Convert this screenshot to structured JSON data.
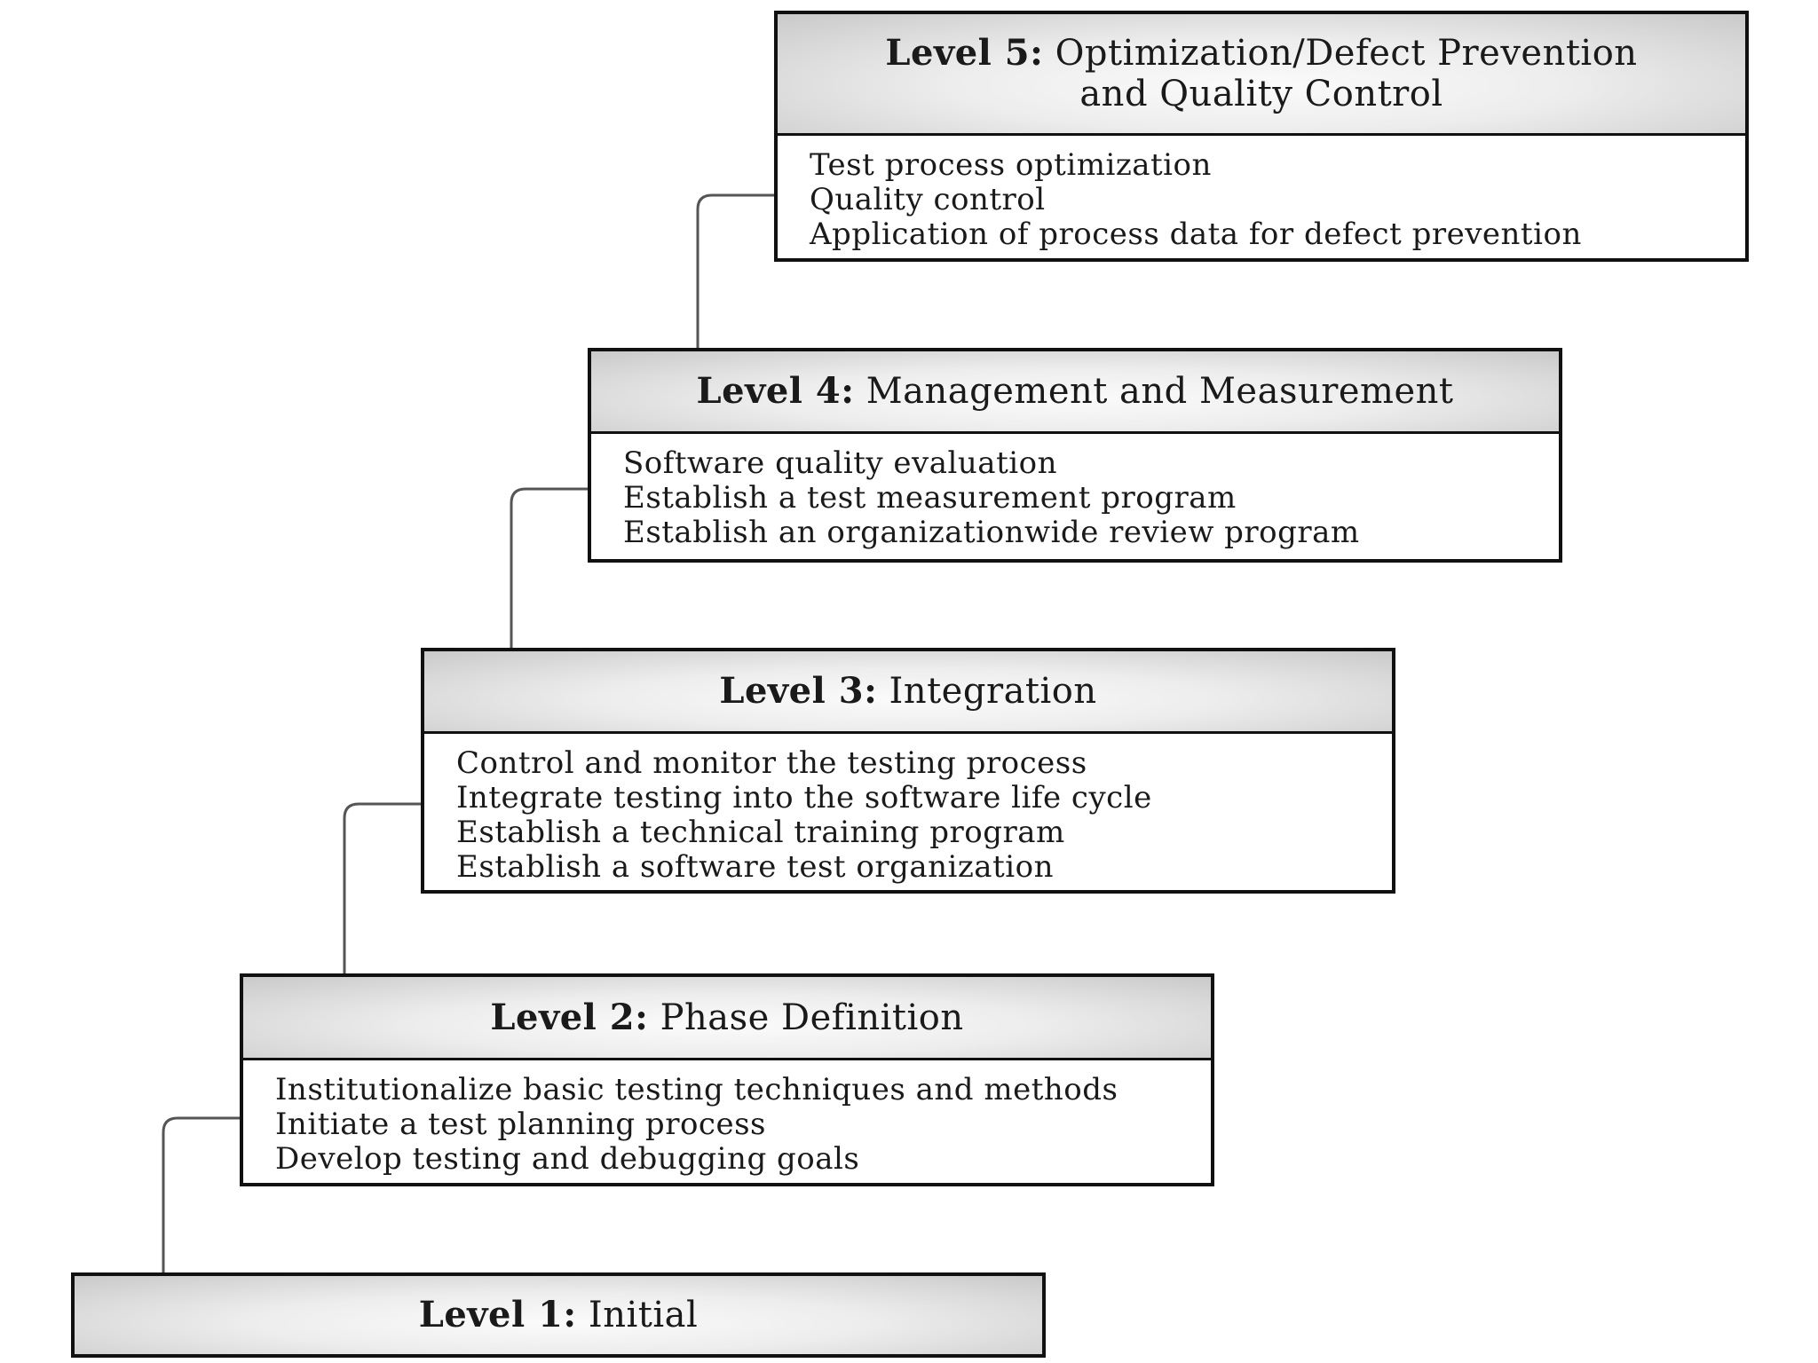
{
  "levels": [
    {
      "number_label": "Level 1:",
      "title_lines": [
        "Initial"
      ],
      "items": []
    },
    {
      "number_label": "Level 2:",
      "title_lines": [
        "Phase Definition"
      ],
      "items": [
        "Institutionalize basic testing techniques and methods",
        "Initiate a test planning process",
        "Develop testing and debugging goals"
      ]
    },
    {
      "number_label": "Level 3:",
      "title_lines": [
        "Integration"
      ],
      "items": [
        "Control and monitor the testing process",
        "Integrate testing into the software life cycle",
        "Establish a technical training program",
        "Establish a software test organization"
      ]
    },
    {
      "number_label": "Level 4:",
      "title_lines": [
        "Management and Measurement"
      ],
      "items": [
        "Software quality evaluation",
        "Establish a test measurement program",
        "Establish an organizationwide review program"
      ]
    },
    {
      "number_label": "Level 5:",
      "title_lines": [
        "Optimization/Defect Prevention",
        "and Quality Control"
      ],
      "items": [
        "Test process optimization",
        "Quality control",
        "Application of process data for defect prevention"
      ]
    }
  ],
  "colors": {
    "border": "#111111",
    "connector": "#555555",
    "header_light": "#fbfbfb",
    "header_dark": "#c9c9c9"
  }
}
